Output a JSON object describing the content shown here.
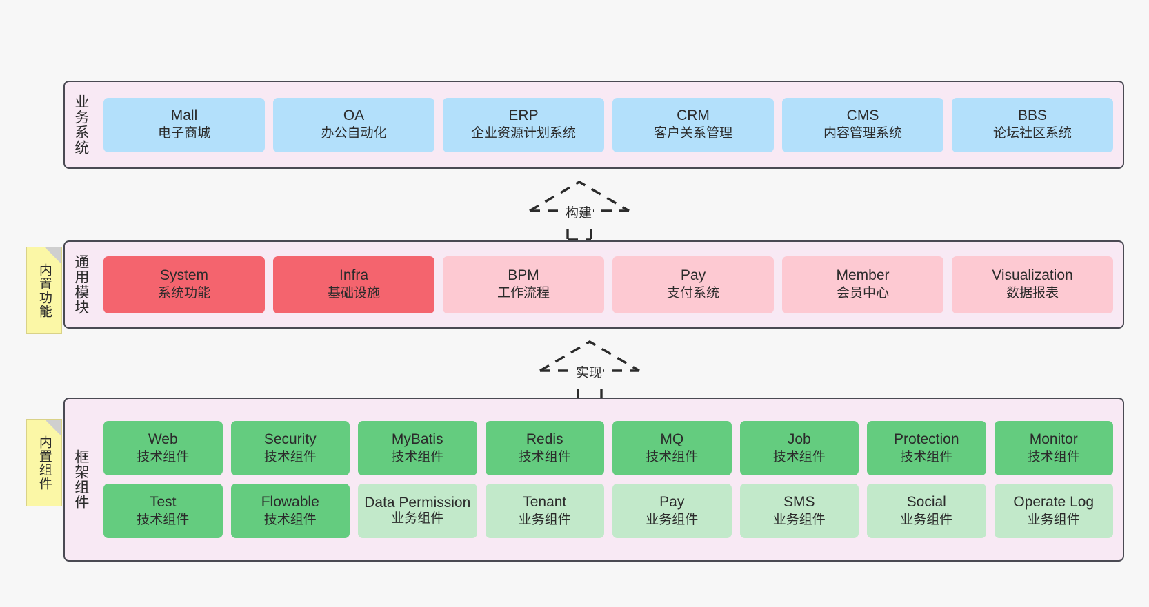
{
  "diagram": {
    "title": "业务系统 / 通用模块 / 框架组件 架构图",
    "background_color": "#f7f7f7",
    "layer_fill": "#f8e9f4",
    "layer_border": "#4a4a53",
    "sticky_color": "#fbf7a6",
    "colors": {
      "blue": "#b3e0fb",
      "red": "#f4646e",
      "pink": "#fdc9d2",
      "green": "#64cc7f",
      "light_green": "#c2e9ca"
    }
  },
  "layers": [
    {
      "id": "business-system",
      "title": "业务系统",
      "nodes": [
        {
          "en": "Mall",
          "cn": "电子商城",
          "color": "blue"
        },
        {
          "en": "OA",
          "cn": "办公自动化",
          "color": "blue"
        },
        {
          "en": "ERP",
          "cn": "企业资源计划系统",
          "color": "blue"
        },
        {
          "en": "CRM",
          "cn": "客户关系管理",
          "color": "blue"
        },
        {
          "en": "CMS",
          "cn": "内容管理系统",
          "color": "blue"
        },
        {
          "en": "BBS",
          "cn": "论坛社区系统",
          "color": "blue"
        }
      ]
    },
    {
      "id": "common-module",
      "title": "通用模块",
      "sticky": "内置功能",
      "nodes": [
        {
          "en": "System",
          "cn": "系统功能",
          "color": "red"
        },
        {
          "en": "Infra",
          "cn": "基础设施",
          "color": "red"
        },
        {
          "en": "BPM",
          "cn": "工作流程",
          "color": "pink"
        },
        {
          "en": "Pay",
          "cn": "支付系统",
          "color": "pink"
        },
        {
          "en": "Member",
          "cn": "会员中心",
          "color": "pink"
        },
        {
          "en": "Visualization",
          "cn": "数据报表",
          "color": "pink"
        }
      ]
    },
    {
      "id": "framework-component",
      "title": "框架组件",
      "sticky": "内置组件",
      "rows": [
        [
          {
            "en": "Web",
            "cn": "技术组件",
            "color": "green"
          },
          {
            "en": "Security",
            "cn": "技术组件",
            "color": "green"
          },
          {
            "en": "MyBatis",
            "cn": "技术组件",
            "color": "green"
          },
          {
            "en": "Redis",
            "cn": "技术组件",
            "color": "green"
          },
          {
            "en": "MQ",
            "cn": "技术组件",
            "color": "green"
          },
          {
            "en": "Job",
            "cn": "技术组件",
            "color": "green"
          },
          {
            "en": "Protection",
            "cn": "技术组件",
            "color": "green"
          },
          {
            "en": "Monitor",
            "cn": "技术组件",
            "color": "green"
          }
        ],
        [
          {
            "en": "Test",
            "cn": "技术组件",
            "color": "green"
          },
          {
            "en": "Flowable",
            "cn": "技术组件",
            "color": "green"
          },
          {
            "en": "Data Permission",
            "cn": "业务组件",
            "color": "light_green"
          },
          {
            "en": "Tenant",
            "cn": "业务组件",
            "color": "light_green"
          },
          {
            "en": "Pay",
            "cn": "业务组件",
            "color": "light_green"
          },
          {
            "en": "SMS",
            "cn": "业务组件",
            "color": "light_green"
          },
          {
            "en": "Social",
            "cn": "业务组件",
            "color": "light_green"
          },
          {
            "en": "Operate Log",
            "cn": "业务组件",
            "color": "light_green"
          }
        ]
      ]
    }
  ],
  "connectors": [
    {
      "id": "build",
      "label": "构建",
      "style": "dashed-hollow-arrow-up"
    },
    {
      "id": "implement",
      "label": "实现",
      "style": "dashed-hollow-arrow-up"
    }
  ]
}
